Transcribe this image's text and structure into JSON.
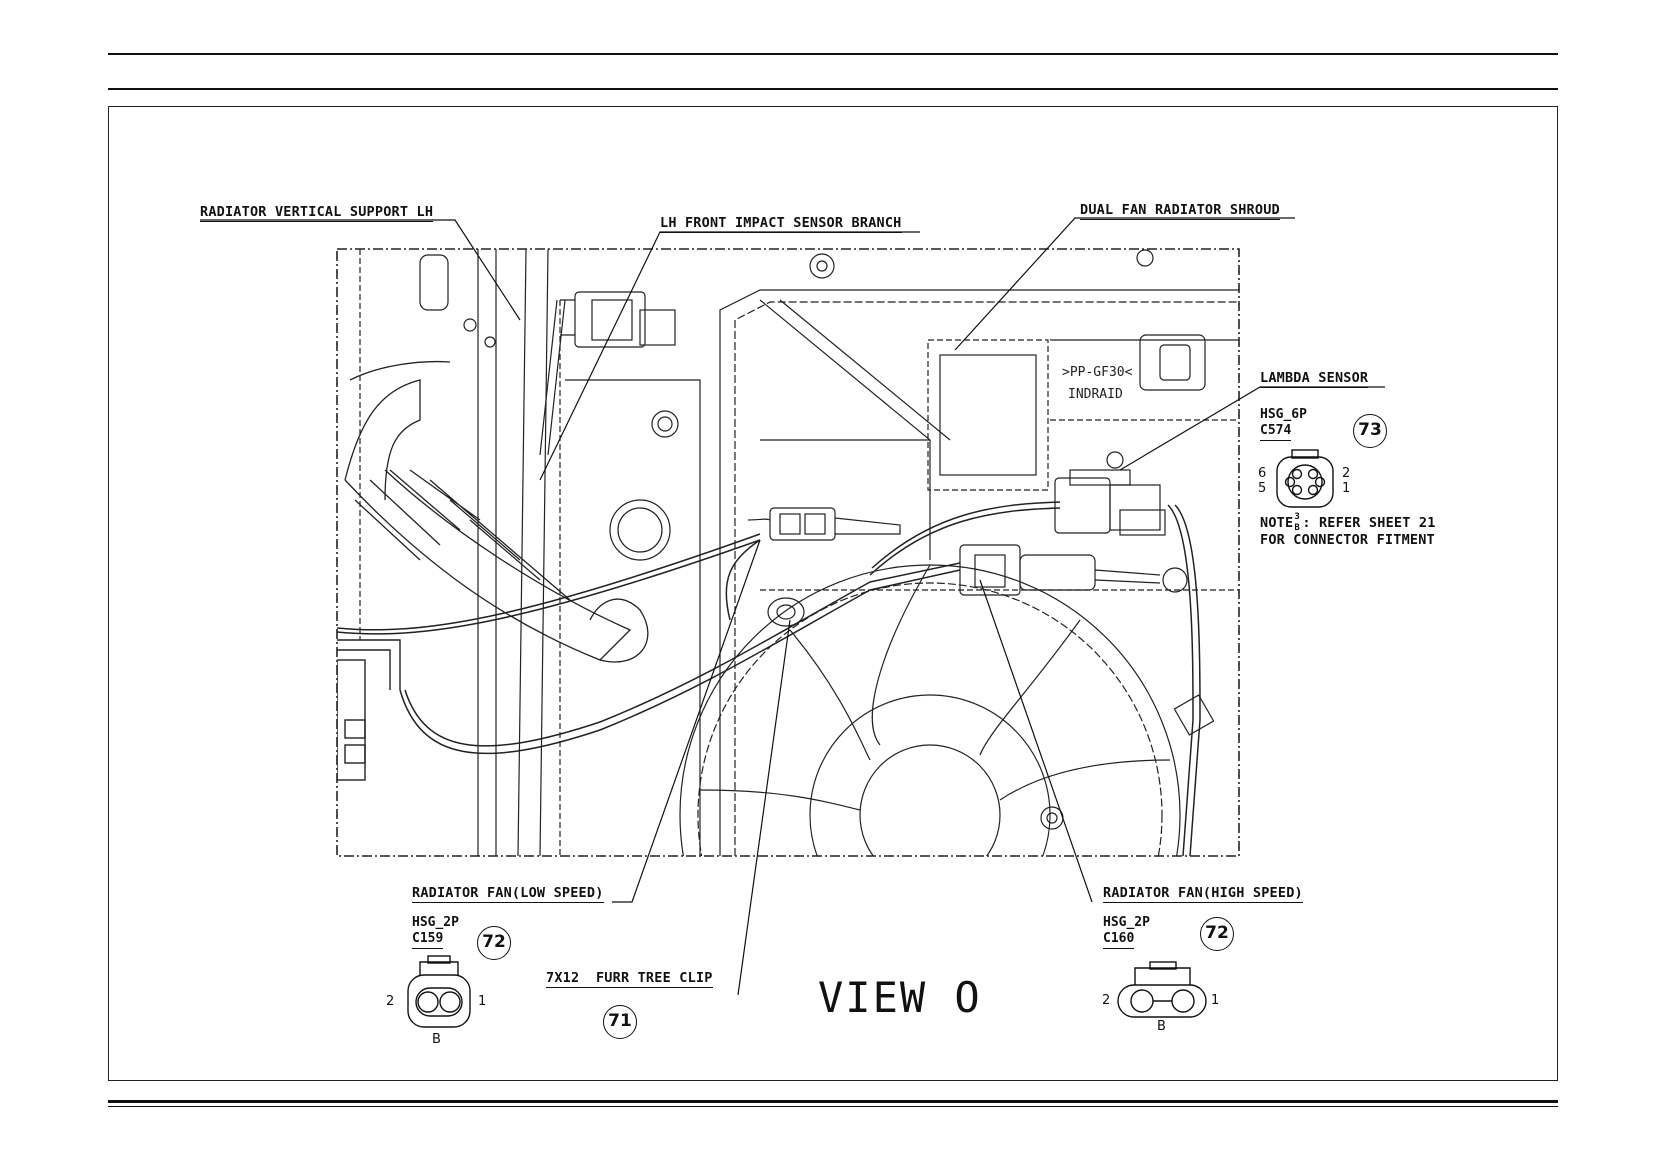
{
  "labels": {
    "radiator_support": "RADIATOR VERTICAL SUPPORT LH",
    "impact_sensor": "LH FRONT IMPACT SENSOR BRANCH",
    "fan_shroud": "DUAL FAN RADIATOR SHROUD",
    "lambda_sensor": "LAMBDA SENSOR",
    "fan_low": "RADIATOR FAN(LOW SPEED)",
    "fan_high": "RADIATOR FAN(HIGH SPEED)",
    "clip": "7X12  FURR TREE CLIP",
    "note_prefix": "NOTE",
    "note_num": "3",
    "note_letter": "B",
    "note_line1_rest": ": REFER SHEET 21",
    "note_line2": "FOR CONNECTOR FITMENT",
    "view_title": "VIEW O"
  },
  "connectors": {
    "lambda": {
      "housing": "HSG_6P",
      "code": "C574",
      "badge": "73",
      "pins": {
        "tl": "6",
        "bl": "5",
        "tr": "2",
        "br": "1"
      }
    },
    "low": {
      "housing": "HSG_2P",
      "code": "C159",
      "badge": "72",
      "pin_left": "2",
      "pin_right": "1",
      "key": "B"
    },
    "high": {
      "housing": "HSG_2P",
      "code": "C160",
      "badge": "72",
      "pin_left": "2",
      "pin_right": "1",
      "key": "B"
    },
    "clip": {
      "badge": "71"
    }
  },
  "colors": {
    "ink": "#111111",
    "paper": "#ffffff"
  }
}
